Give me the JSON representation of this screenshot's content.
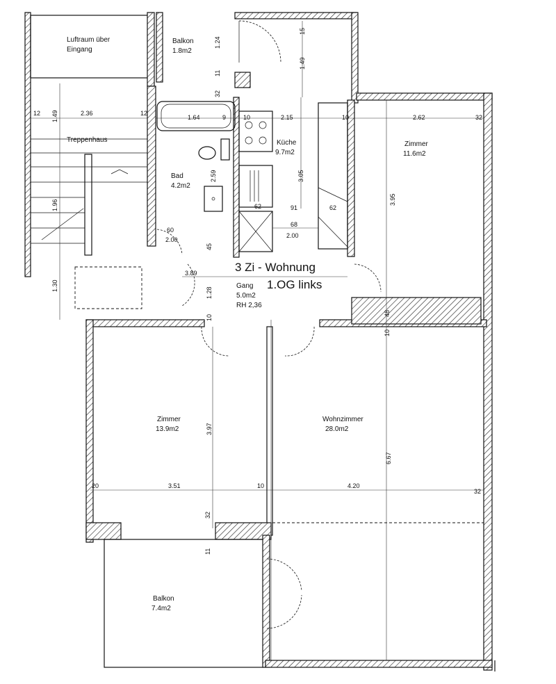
{
  "title": {
    "line1": "3 Zi - Wohnung",
    "line2": "1.OG links"
  },
  "rooms": {
    "luftraum": {
      "name": "Luftraum über",
      "name2": "Eingang"
    },
    "balkon_top": {
      "name": "Balkon",
      "area": "1.8m2"
    },
    "treppenhaus": {
      "name": "Treppenhaus"
    },
    "bad": {
      "name": "Bad",
      "area": "4.2m2"
    },
    "kueche": {
      "name": "Küche",
      "area": "9.7m2"
    },
    "zimmer_right": {
      "name": "Zimmer",
      "area": "11.6m2"
    },
    "gang": {
      "name": "Gang",
      "area": "5.0m2",
      "height": "RH 2,36"
    },
    "zimmer_left": {
      "name": "Zimmer",
      "area": "13.9m2"
    },
    "wohnzimmer": {
      "name": "Wohnzimmer",
      "area": "28.0m2"
    },
    "balkon_bottom": {
      "name": "Balkon",
      "area": "7.4m2"
    }
  },
  "dims": {
    "d12a": "12",
    "d149a": "1.49",
    "d236": "2.36",
    "d12b": "12",
    "d124": "1.24",
    "d11": "11",
    "d32a": "32",
    "d15": "15",
    "d149b": "1.49",
    "d164": "1.64",
    "d9": "9",
    "d10a": "10",
    "d215": "2.15",
    "d10b": "10",
    "d262": "2.62",
    "d32b": "32",
    "d259": "2.59",
    "d305": "3.05",
    "d395": "3.95",
    "d62a": "62",
    "d91": "91",
    "d62b": "62",
    "d68": "68",
    "d200a": "2.00",
    "d60": "60",
    "d200b": "2.00",
    "d45": "45",
    "d196": "1.96",
    "d389": "3.89",
    "d130": "1.30",
    "d128": "1.28",
    "d10c": "10",
    "d48": "48",
    "d10d": "10",
    "d397": "3.97",
    "d667": "6.67",
    "d20": "20",
    "d351": "3.51",
    "d10e": "10",
    "d420": "4.20",
    "d32c": "32",
    "d32d": "32",
    "d11b": "11"
  }
}
